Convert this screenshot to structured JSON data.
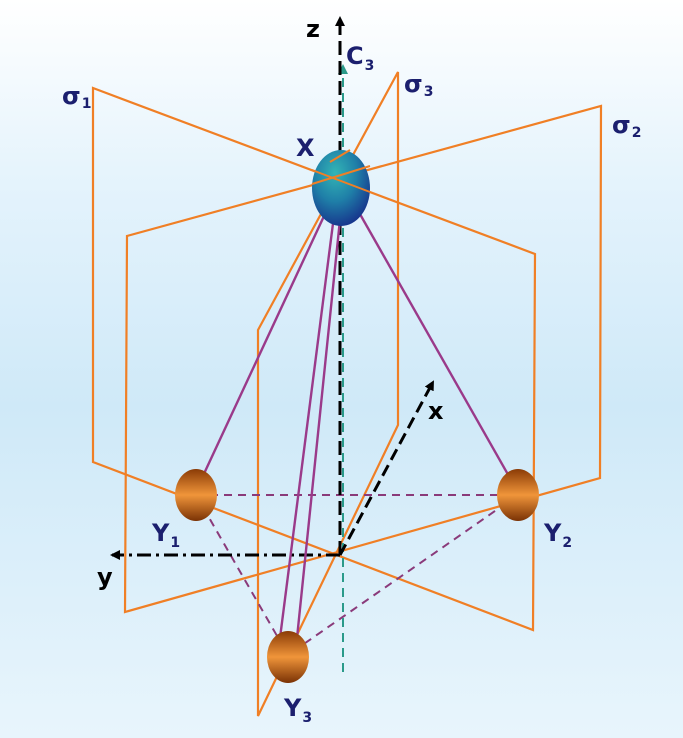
{
  "labels": {
    "axis_z": "z",
    "axis_x": "x",
    "axis_y": "y",
    "c3_main": "C",
    "c3_sub": "3",
    "sigma1_main": "σ",
    "sigma1_sub": "1",
    "sigma2_main": "σ",
    "sigma2_sub": "2",
    "sigma3_main": "σ",
    "sigma3_sub": "3",
    "atom_x": "X",
    "y1_main": "Y",
    "y1_sub": "1",
    "y2_main": "Y",
    "y2_sub": "2",
    "y3_main": "Y",
    "y3_sub": "3"
  },
  "colors": {
    "plane": "#f07f25",
    "bond": "#9a3a8a",
    "dashed_bond": "#8a3a7a",
    "c3_axis": "#2a9a8a",
    "label": "#1b1f6e",
    "background_top": "#ffffff",
    "background_bottom": "#c9e7f8"
  }
}
